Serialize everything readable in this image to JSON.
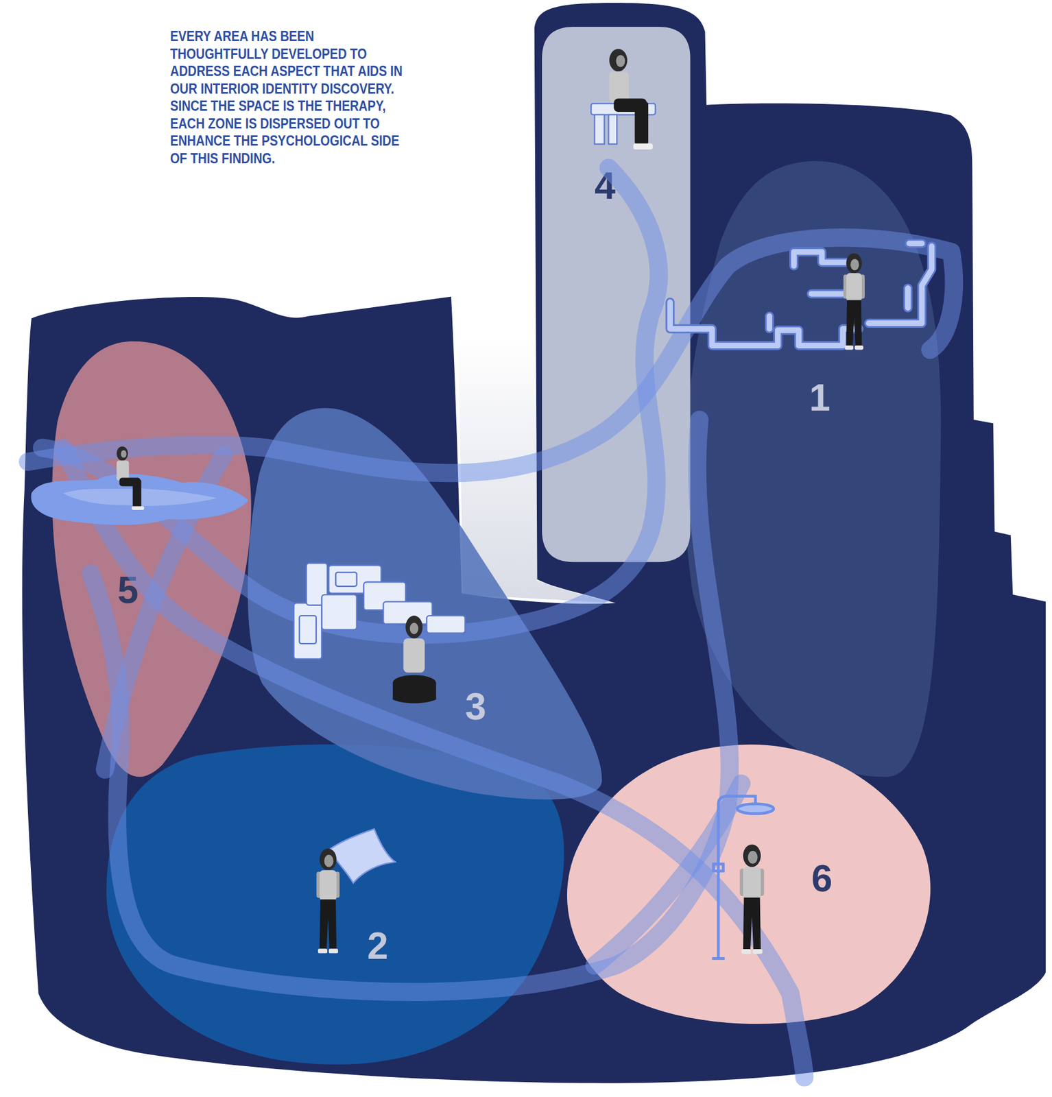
{
  "diagram": {
    "nodes": [
      {
        "text": [
          "1"
        ]
      },
      {
        "text": [
          "2"
        ]
      },
      {
        "text": [
          "3"
        ]
      },
      {
        "text": [
          "4"
        ]
      },
      {
        "text": [
          "5"
        ]
      },
      {
        "text": [
          "6"
        ]
      }
    ],
    "labels": [
      "EVERY AREA HAS BEEN THOUGHTFULLY DEVELOPED TO ADDRESS EACH ASPECT THAT AIDS IN OUR INTERIOR IDENTITY DISCOVERY. SINCE THE SPACE IS THE THERAPY, EACH ZONE IS DISPERSED OUT TO ENHANCE THE PSYCHOLOGICAL SIDE OF THIS FINDING."
    ]
  }
}
